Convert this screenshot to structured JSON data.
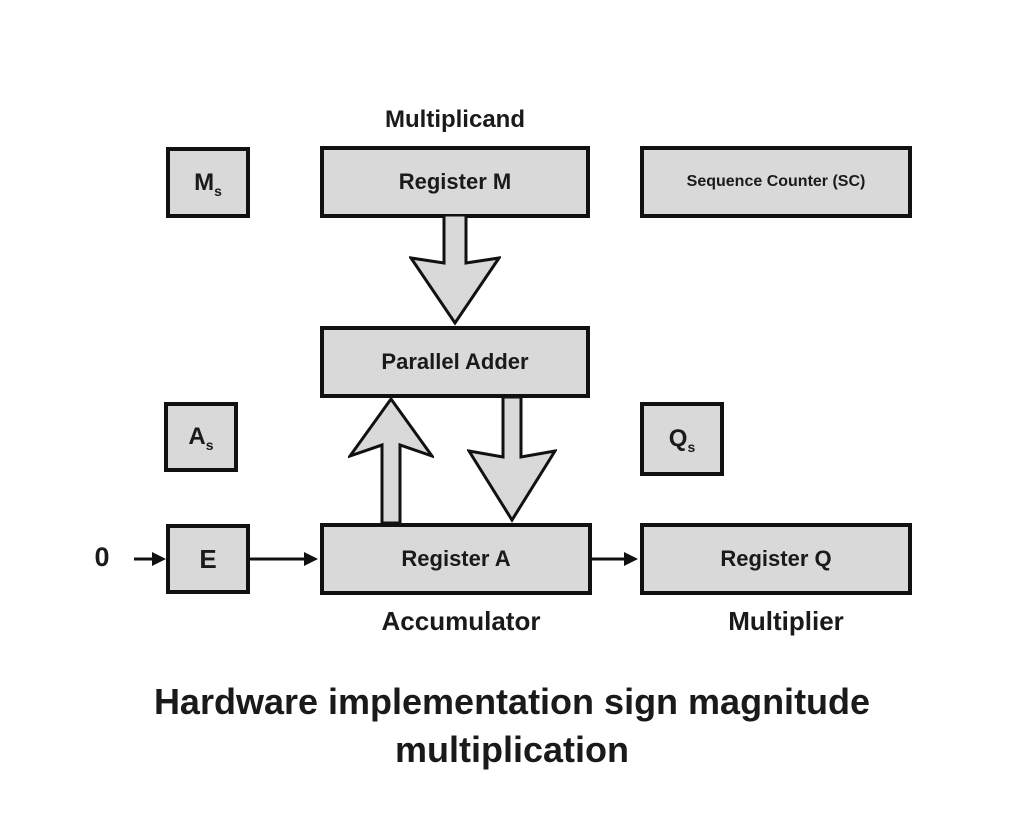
{
  "colors": {
    "box_fill": "#d9d9d9",
    "box_border": "#111111",
    "text": "#1a1a1a",
    "background": "#ffffff"
  },
  "labels": {
    "multiplicand": "Multiplicand",
    "accumulator": "Accumulator",
    "multiplier": "Multiplier",
    "zero_input": "0"
  },
  "boxes": {
    "ms_main": "M",
    "ms_sub": "s",
    "register_m": "Register M",
    "sequence_counter": "Sequence Counter (SC)",
    "parallel_adder": "Parallel Adder",
    "as_main": "A",
    "as_sub": "s",
    "qs_main": "Q",
    "qs_sub": "s",
    "e": "E",
    "register_a": "Register A",
    "register_q": "Register Q"
  },
  "title": {
    "line1": "Hardware implementation sign magnitude",
    "line2": "multiplication"
  }
}
